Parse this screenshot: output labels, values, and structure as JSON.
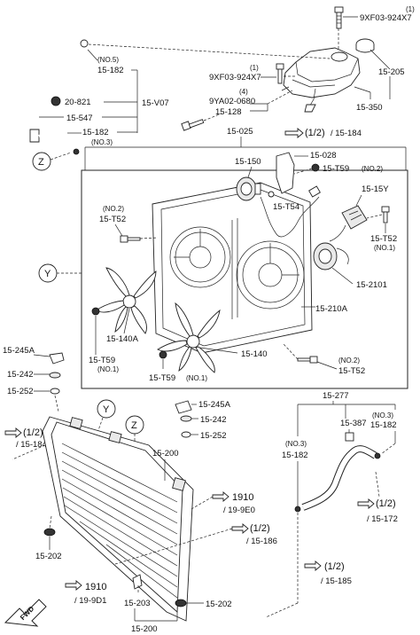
{
  "labels": {
    "bolt_top": "9XF03-924X7",
    "bolt_top_qty": "(1)",
    "bolt_mid": "9XF03-924X7",
    "bolt_mid_qty": "(1)",
    "bolt_9ya": "9YA02-0680",
    "bolt_9ya_qty": "(4)",
    "p15_205": "15-205",
    "p15_350": "15-350",
    "p15_128": "15-128",
    "p15_182_no5_note": "(NO.5)",
    "p15_182_no5": "15-182",
    "p20_821": "20-821",
    "p15_v07": "15-V07",
    "p15_547": "15-547",
    "p15_182_no3": "15-182",
    "p15_182_no3_note": "(NO.3)",
    "ref_184_frac": "(1/2)",
    "ref_184": "/ 15-184",
    "p15_025": "15-025",
    "p15_150": "15-150",
    "p15_028": "15-028",
    "p15_t59_no2": "15-T59",
    "p15_t59_no2_note": "(NO.2)",
    "p15_t54": "15-T54",
    "p15_15y": "15-15Y",
    "p15_t52_left_note": "(NO.2)",
    "p15_t52_left": "15-T52",
    "p15_t52_right": "15-T52",
    "p15_t52_right_note": "(NO.1)",
    "p15_2101": "15-2101",
    "p15_210a": "15-210A",
    "p15_140a": "15-140A",
    "p15_t59_left": "15-T59",
    "p15_t59_left_note": "(NO.1)",
    "p15_140": "15-140",
    "p15_t59_bottom": "15-T59",
    "p15_t59_bottom_note": "(NO.1)",
    "p15_t52_bottom_note": "(NO.2)",
    "p15_t52_bottom": "15-T52",
    "p15_245a_left": "15-245A",
    "p15_242_left": "15-242",
    "p15_252_left": "15-252",
    "p15_245a_right": "15-245A",
    "p15_242_right": "15-242",
    "p15_252_right": "15-252",
    "ref_184b_frac": "(1/2)",
    "ref_184b": "/ 15-184",
    "p15_277": "15-277",
    "p15_387": "15-387",
    "p15_182_hose_note": "(NO.3)",
    "p15_182_hose": "15-182",
    "p15_182_r_note": "(NO.3)",
    "p15_182_r": "15-182",
    "ref_172_frac": "(1/2)",
    "ref_172": "/ 15-172",
    "ref_1910a": "1910",
    "ref_9e0": "/ 19-9E0",
    "ref_186_frac": "(1/2)",
    "ref_186": "/ 15-186",
    "p15_200": "15-200",
    "p15_202_left": "15-202",
    "p15_202_right": "15-202",
    "p15_203": "15-203",
    "p15_200b": "15-200",
    "ref_1910b": "1910",
    "ref_9d1": "/ 19-9D1",
    "ref_185_frac": "(1/2)",
    "ref_185": "/ 15-185",
    "callout_y": "Y",
    "callout_z": "Z",
    "fwd": "FWD"
  }
}
